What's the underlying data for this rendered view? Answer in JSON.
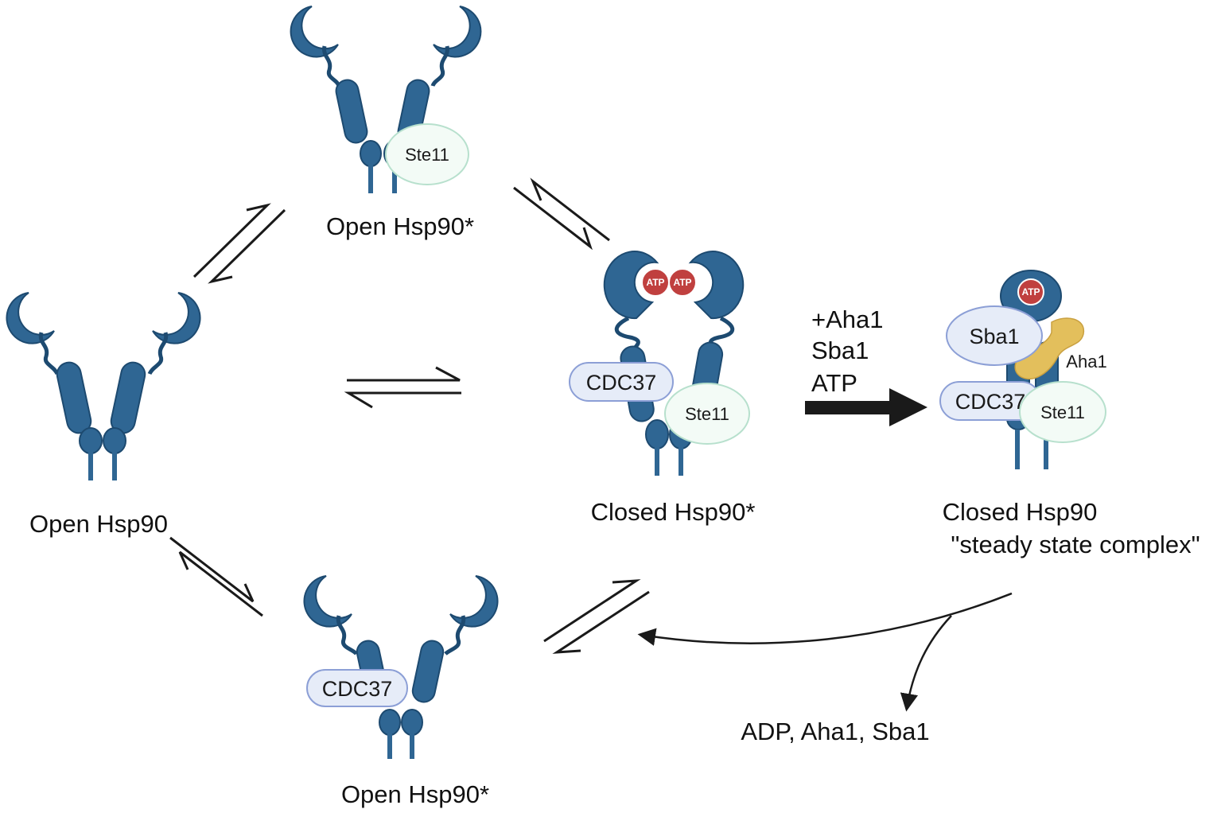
{
  "colors": {
    "hsp90": "#2f6693",
    "hsp90_stroke": "#1d4a70",
    "cdc37_fill": "#e6ecf8",
    "cdc37_stroke": "#8c9fd6",
    "ste11_fill": "#f3fbf6",
    "ste11_stroke": "#b7e0cd",
    "sba1_fill": "#e6ecf8",
    "atp_fill": "#c0403f",
    "aha1_fill": "#e3bf5c",
    "arrow": "#1a1a1a"
  },
  "states": {
    "top_open_star": {
      "caption": "Open Hsp90*",
      "ste11": "Ste11"
    },
    "left_open": {
      "caption": "Open Hsp90"
    },
    "bottom_open_star": {
      "caption": "Open Hsp90*",
      "cdc37": "CDC37"
    },
    "middle_closed_star": {
      "caption": "Closed Hsp90*",
      "cdc37": "CDC37",
      "ste11": "Ste11",
      "atp_left": "ATP",
      "atp_right": "ATP"
    },
    "right_closed": {
      "caption_line1": "Closed Hsp90",
      "caption_line2": "\"steady state complex\"",
      "sba1": "Sba1",
      "aha1": "Aha1",
      "cdc37": "CDC37",
      "ste11": "Ste11",
      "atp": "ATP"
    }
  },
  "reaction_conditions": {
    "line1": "+Aha1",
    "line2": "Sba1",
    "line3": "ATP"
  },
  "products": "ADP, Aha1, Sba1"
}
